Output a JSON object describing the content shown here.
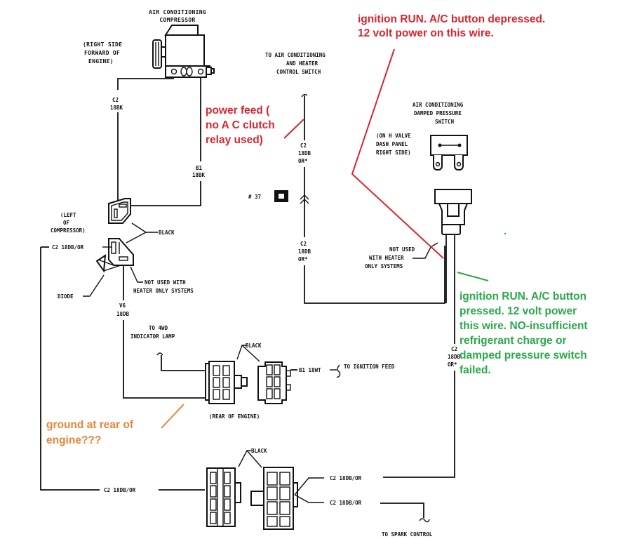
{
  "colors": {
    "red_annotation": "#d9252f",
    "green_annotation": "#2aa84a",
    "orange_annotation": "#e8833a",
    "ink": "#111111"
  },
  "components": {
    "compressor_title": [
      "AIR CONDITIONING",
      "COMPRESSOR"
    ],
    "compressor_location": [
      "(RIGHT SIDE",
      "FORWARD OF",
      "ENGINE)"
    ],
    "control_switch": [
      "TO AIR CONDITIONING",
      "AND HEATER",
      "CONTROL SWITCH"
    ],
    "pressure_switch_title": [
      "AIR CONDITIONING",
      "DAMPED PRESSURE",
      "SWITCH"
    ],
    "pressure_switch_location": [
      "(ON H VALVE",
      "DASH PANEL",
      "RIGHT SIDE)"
    ],
    "left_of_compressor": [
      "(LEFT",
      "OF",
      "COMPRESSOR)"
    ],
    "black_1": "BLACK",
    "black_2": "BLACK",
    "black_3": "BLACK",
    "diode": "DIODE",
    "not_used_1": [
      "NOT USED WITH",
      "HEATER ONLY SYSTEMS"
    ],
    "not_used_2": [
      "NOT USED",
      "WITH HEATER",
      "ONLY SYSTEMS"
    ],
    "to_4wd": [
      "TO 4WD",
      "INDICATOR LAMP"
    ],
    "rear_of_engine": "(REAR OF ENGINE)",
    "to_ignition_feed": "TO IGNITION FEED",
    "to_spark_control": "TO SPARK CONTROL",
    "ref_37": "# 37"
  },
  "wire_labels": {
    "c2_18bk": [
      "C2",
      "18BK"
    ],
    "b1_18bk": [
      "B1",
      "18BK"
    ],
    "c2_18db_or_top": [
      "C2",
      "18DB",
      "OR*"
    ],
    "c2_18db_or_mid": [
      "C2",
      "18DB",
      "OR*"
    ],
    "c2_18db_or_right": [
      "C2",
      "18DB",
      "OR*"
    ],
    "c2_18db_or_left": "C2 18DB/OR",
    "v6_18db": [
      "V6",
      "18DB"
    ],
    "b1_18wt": "B1 18WT",
    "c2_18db_or_bottom_left": "C2 18DB/OR",
    "c2_18db_or_bottom_r1": "C2 18DB/OR",
    "c2_18db_or_bottom_r2": "C2 18DB/OR"
  },
  "annotations": {
    "red_top": [
      "ignition RUN. A/C button depressed.",
      "12 volt power on this wire."
    ],
    "red_power_feed": [
      "power feed (",
      "no A C clutch",
      "relay used)"
    ],
    "green": [
      "ignition RUN. A/C button",
      "pressed. 12 volt power",
      "this wire. NO-insufficient",
      "refrigerant charge or",
      "damped pressure switch",
      "failed."
    ],
    "orange": [
      "ground at rear of",
      "engine???"
    ]
  }
}
